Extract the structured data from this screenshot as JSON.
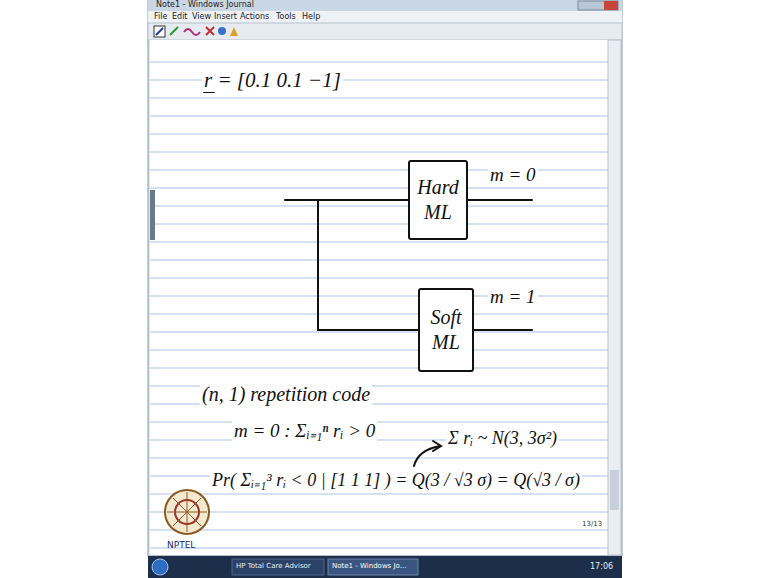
{
  "diagram": {
    "nodes": [
      {
        "text": [
          "Hard ML"
        ]
      },
      {
        "text": [
          "Soft ML"
        ]
      }
    ],
    "labels": [
      "Note1 - Windows Journal",
      "File",
      "Edit",
      "View",
      "Insert",
      "Actions",
      "Tools",
      "Help",
      "r = [0.1 0.1 −1]",
      "m = 0",
      "m = 1",
      "(n, 1) repetition code",
      "m = 0 : Σᵢ₌₁ⁿ rᵢ > 0",
      "Σ rᵢ ~ N(3, 3σ²)",
      "Pr( Σᵢ₌₁³ rᵢ < 0 | [1 1 1] ) = Q(3 / √3 σ) = Q(√3 / σ)",
      "NPTEL",
      "13/13",
      "HP Total Care Advisor",
      "Note1 - Windows Jo...",
      "17:06"
    ]
  }
}
